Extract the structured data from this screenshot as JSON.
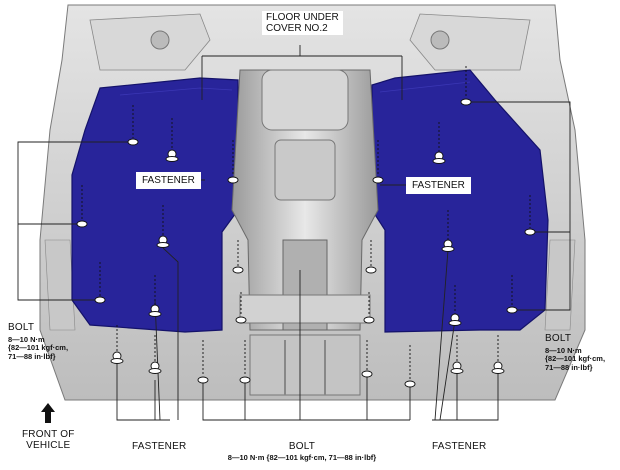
{
  "labels": {
    "cover_title_line1": "FLOOR UNDER",
    "cover_title_line2": "COVER NO.2",
    "fastener_left": "FASTENER",
    "fastener_right": "FASTENER",
    "bolt_left_title": "BOLT",
    "bolt_left_spec_line1": "8—10 N·m",
    "bolt_left_spec_line2": "{82—101 kgf·cm,",
    "bolt_left_spec_line3": "71—88 in·lbf}",
    "bolt_right_title": "BOLT",
    "bolt_right_spec_line1": "8—10 N·m",
    "bolt_right_spec_line2": "{82—101 kgf·cm,",
    "bolt_right_spec_line3": "71—88 in·lbf}",
    "front_line1": "FRONT OF",
    "front_line2": "VEHICLE",
    "fastener_bottom_left": "FASTENER",
    "bolt_bottom_title": "BOLT",
    "bolt_bottom_spec": "8—10 N·m {82—101 kgf·cm, 71—88 in·lbf}",
    "fastener_bottom_right": "FASTENER"
  },
  "colors": {
    "cover": "#28249a",
    "cover_edge": "#14126a",
    "chassis": "#cfcfcf",
    "chassis_dark": "#8a8a8a",
    "leader": "#222222"
  },
  "icons": {
    "front_arrow": "arrow-up-icon"
  }
}
